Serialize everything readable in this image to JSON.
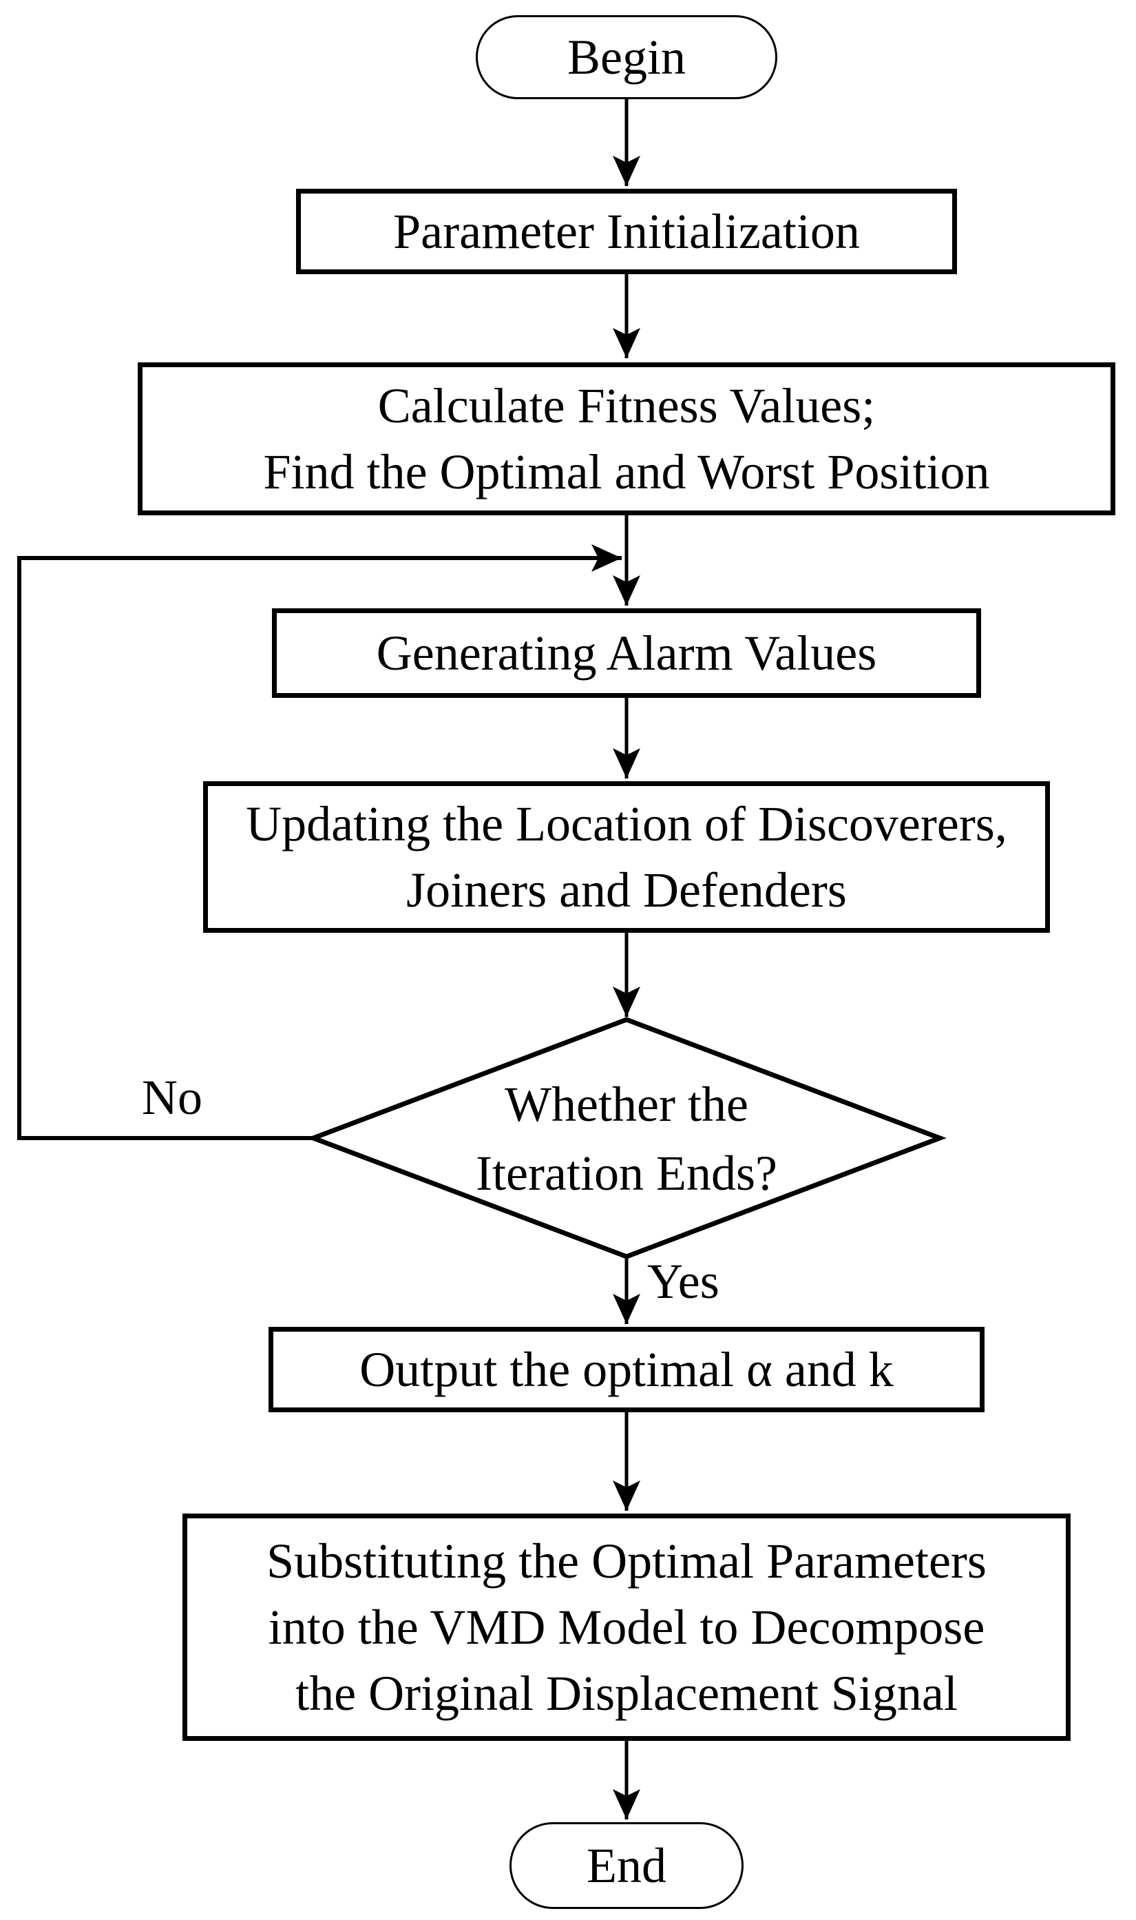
{
  "colors": {
    "background": "#ffffff",
    "stroke": "#000000",
    "text": "#000000"
  },
  "nodes": {
    "begin": {
      "label": "Begin"
    },
    "param_init": {
      "label": "Parameter Initialization"
    },
    "calc_fitness": {
      "lines": [
        "Calculate Fitness Values;",
        "Find the Optimal and Worst Position"
      ]
    },
    "gen_alarm": {
      "label": "Generating Alarm Values"
    },
    "update_location": {
      "lines": [
        "Updating the Location of Discoverers,",
        "Joiners and Defenders"
      ]
    },
    "decision": {
      "lines": [
        "Whether the",
        "Iteration Ends?"
      ]
    },
    "output_optimal": {
      "label": "Output the optimal α and k"
    },
    "substitute_vmd": {
      "lines": [
        "Substituting the Optimal Parameters",
        "into the VMD Model to Decompose",
        "the Original Displacement Signal"
      ]
    },
    "end": {
      "label": "End"
    }
  },
  "edge_labels": {
    "no": "No",
    "yes": "Yes"
  }
}
